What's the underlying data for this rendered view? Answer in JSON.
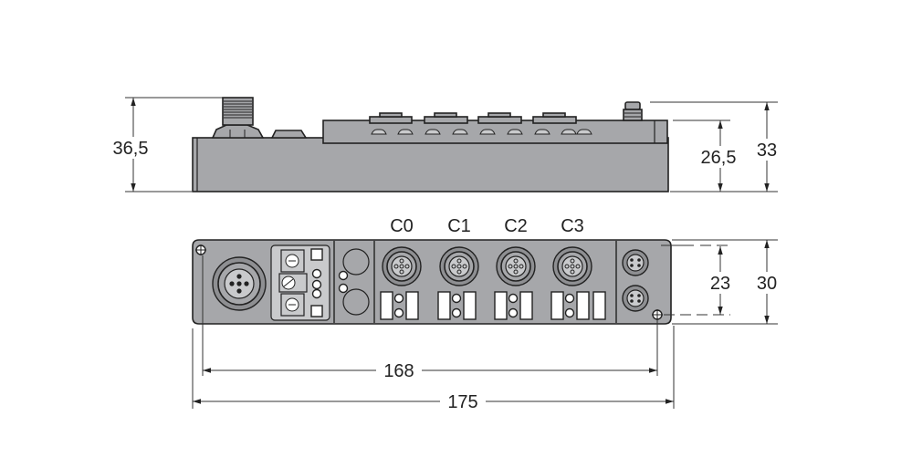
{
  "side_view": {
    "dimensions": {
      "total_height": "36,5",
      "body_height": "26,5",
      "height_with_connector": "33"
    }
  },
  "front_view": {
    "ports": [
      {
        "label": "C0"
      },
      {
        "label": "C1"
      },
      {
        "label": "C2"
      },
      {
        "label": "C3"
      }
    ],
    "dimensions": {
      "hole_spacing_vertical": "23",
      "height": "30",
      "hole_spacing_horizontal": "168",
      "total_length": "175"
    }
  }
}
